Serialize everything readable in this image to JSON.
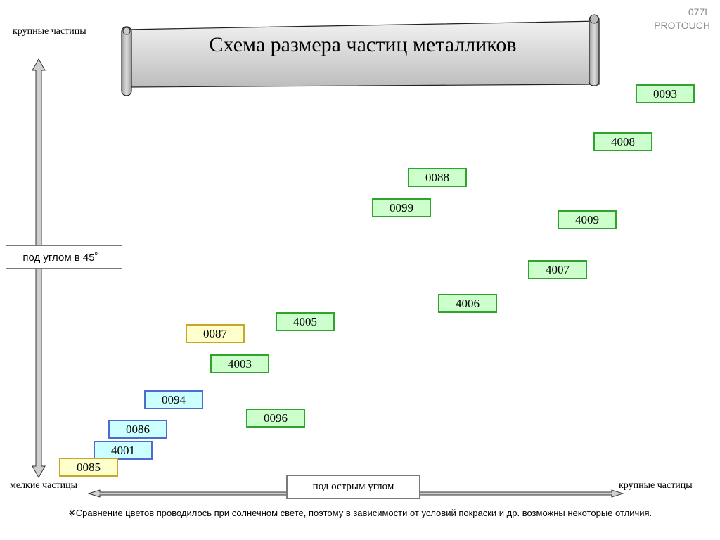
{
  "corner": {
    "line1": "077L",
    "line2": "PROTOUCH"
  },
  "title": "Схема размера частиц металликов",
  "vertical_axis": {
    "top_label": "крупные частицы",
    "middle_label": "под углом в 45゜"
  },
  "horizontal_axis": {
    "left_label": "мелкие частицы",
    "middle_label": "под острым углом",
    "right_label": "крупные частицы"
  },
  "colors": {
    "green": "#ccffcc",
    "blue": "#ccffff",
    "yellow": "#ffffcc"
  },
  "chips": [
    {
      "code": "0093",
      "color": "green"
    },
    {
      "code": "4008",
      "color": "green"
    },
    {
      "code": "0088",
      "color": "green"
    },
    {
      "code": "0099",
      "color": "green"
    },
    {
      "code": "4009",
      "color": "green"
    },
    {
      "code": "4007",
      "color": "green"
    },
    {
      "code": "4006",
      "color": "green"
    },
    {
      "code": "4005",
      "color": "green"
    },
    {
      "code": "0087",
      "color": "yellow"
    },
    {
      "code": "4003",
      "color": "green"
    },
    {
      "code": "0094",
      "color": "blue"
    },
    {
      "code": "0096",
      "color": "green"
    },
    {
      "code": "0086",
      "color": "blue"
    },
    {
      "code": "4001",
      "color": "blue"
    },
    {
      "code": "0085",
      "color": "yellow"
    }
  ],
  "footnote": "※Сравнение цветов проводилось при солнечном свете, поэтому в зависимости от условий покраски и др. возможны некоторые отличия."
}
